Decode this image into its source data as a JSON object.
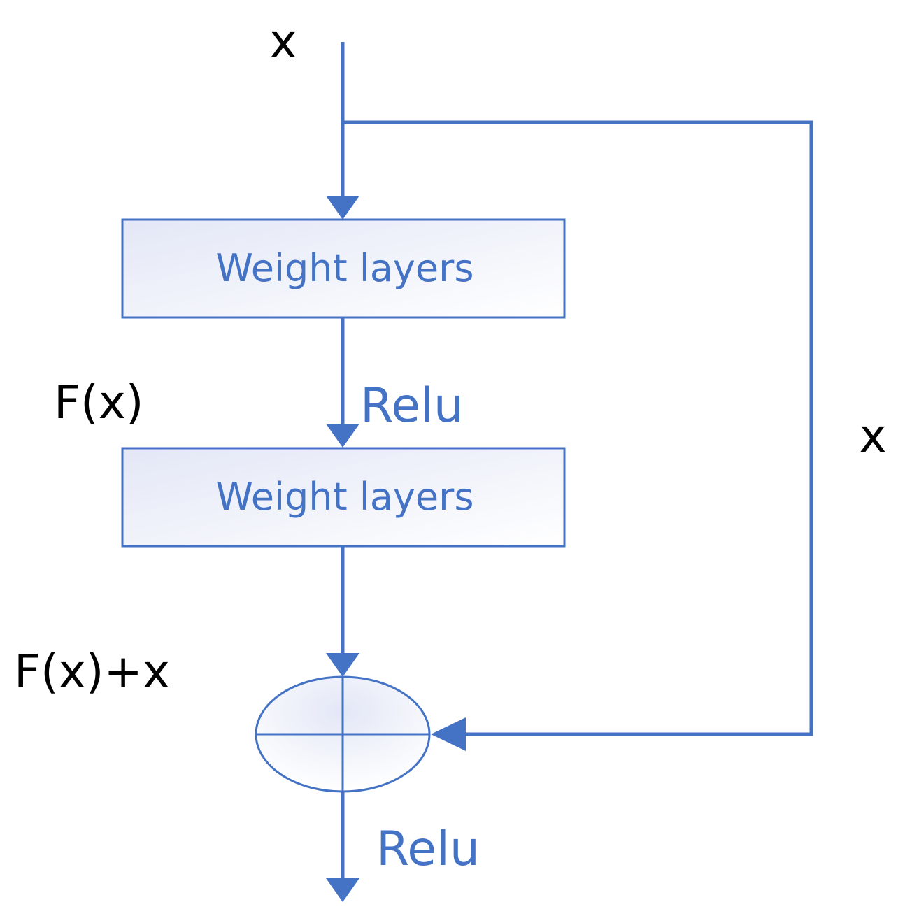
{
  "labels": {
    "input": "x",
    "shortcut": "x",
    "fx": "F(x)",
    "sum": "F(x)+x"
  },
  "blocks": [
    {
      "label": "Weight layers"
    },
    {
      "label": "Weight layers"
    }
  ],
  "activations": [
    {
      "label": "Relu"
    },
    {
      "label": "Relu"
    }
  ],
  "colors": {
    "line": "#4472C4",
    "text_blue": "#4472C4",
    "text_black": "#000000",
    "fill_light": "#E6E9F6"
  }
}
